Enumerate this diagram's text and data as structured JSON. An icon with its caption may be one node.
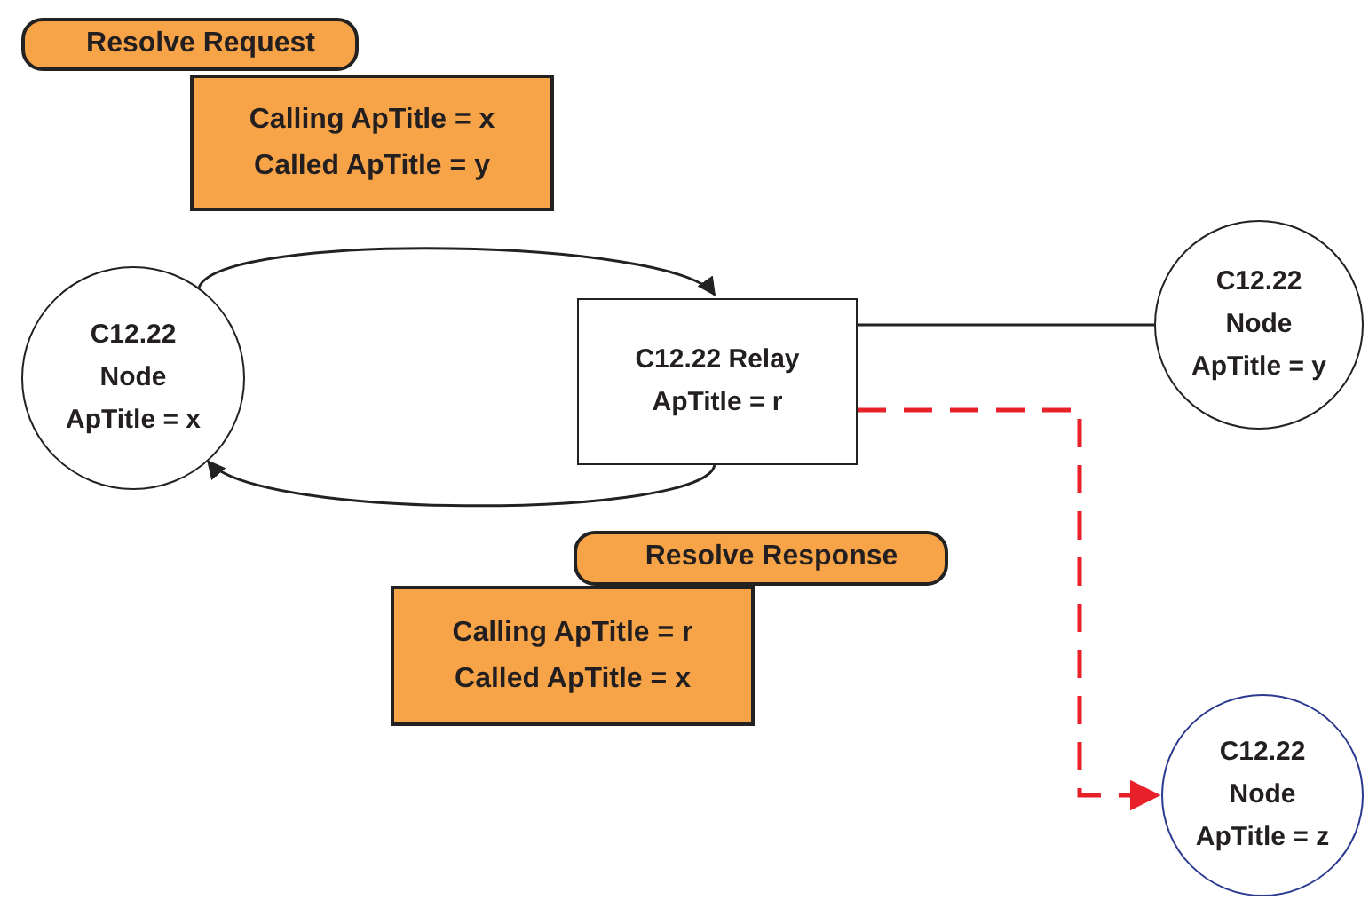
{
  "diagram": {
    "nodes": [
      {
        "text": [
          "Resolve Request"
        ]
      },
      {
        "text": [
          "Calling ApTitle = x Called ApTitle = y"
        ]
      },
      {
        "text": [
          "C12.22 Node ApTitle = x"
        ]
      },
      {
        "text": [
          "C12.22 Relay ApTitle = r"
        ]
      },
      {
        "text": [
          "C12.22 Node ApTitle = y"
        ]
      },
      {
        "text": [
          "Resolve Response"
        ]
      },
      {
        "text": [
          "Calling ApTitle = r Called ApTitle = x"
        ]
      },
      {
        "text": [
          "C12.22 Node ApTitle = z"
        ]
      }
    ],
    "edges": [
      {
        "from": 2,
        "to": 3,
        "arrow": "to"
      },
      {
        "from": 3,
        "to": 2,
        "arrow": "to"
      },
      {
        "from": 3,
        "to": 4,
        "arrow": "none"
      },
      {
        "from": 3,
        "to": 7,
        "arrow": "to",
        "style": "dashed",
        "color": "#e8202a"
      }
    ]
  }
}
